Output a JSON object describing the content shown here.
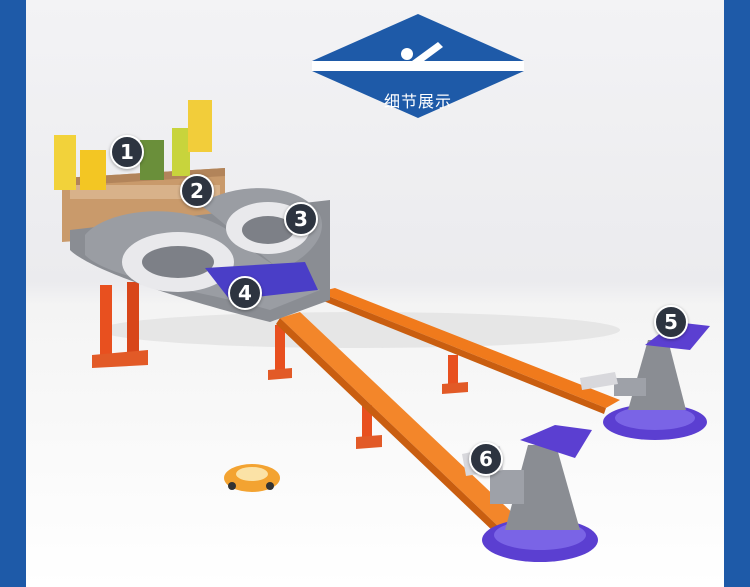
{
  "header": {
    "title": "细节展示",
    "icon": "ramp-ball-icon",
    "color": "#1e5aa8"
  },
  "markers": [
    "1",
    "2",
    "3",
    "4",
    "5",
    "6"
  ],
  "colors": {
    "frame": "#1e5aa8",
    "track": "#f07a1c",
    "supports": "#e8501f",
    "platform": "#8a8d93",
    "launcher_base": "#5b3fd1"
  }
}
